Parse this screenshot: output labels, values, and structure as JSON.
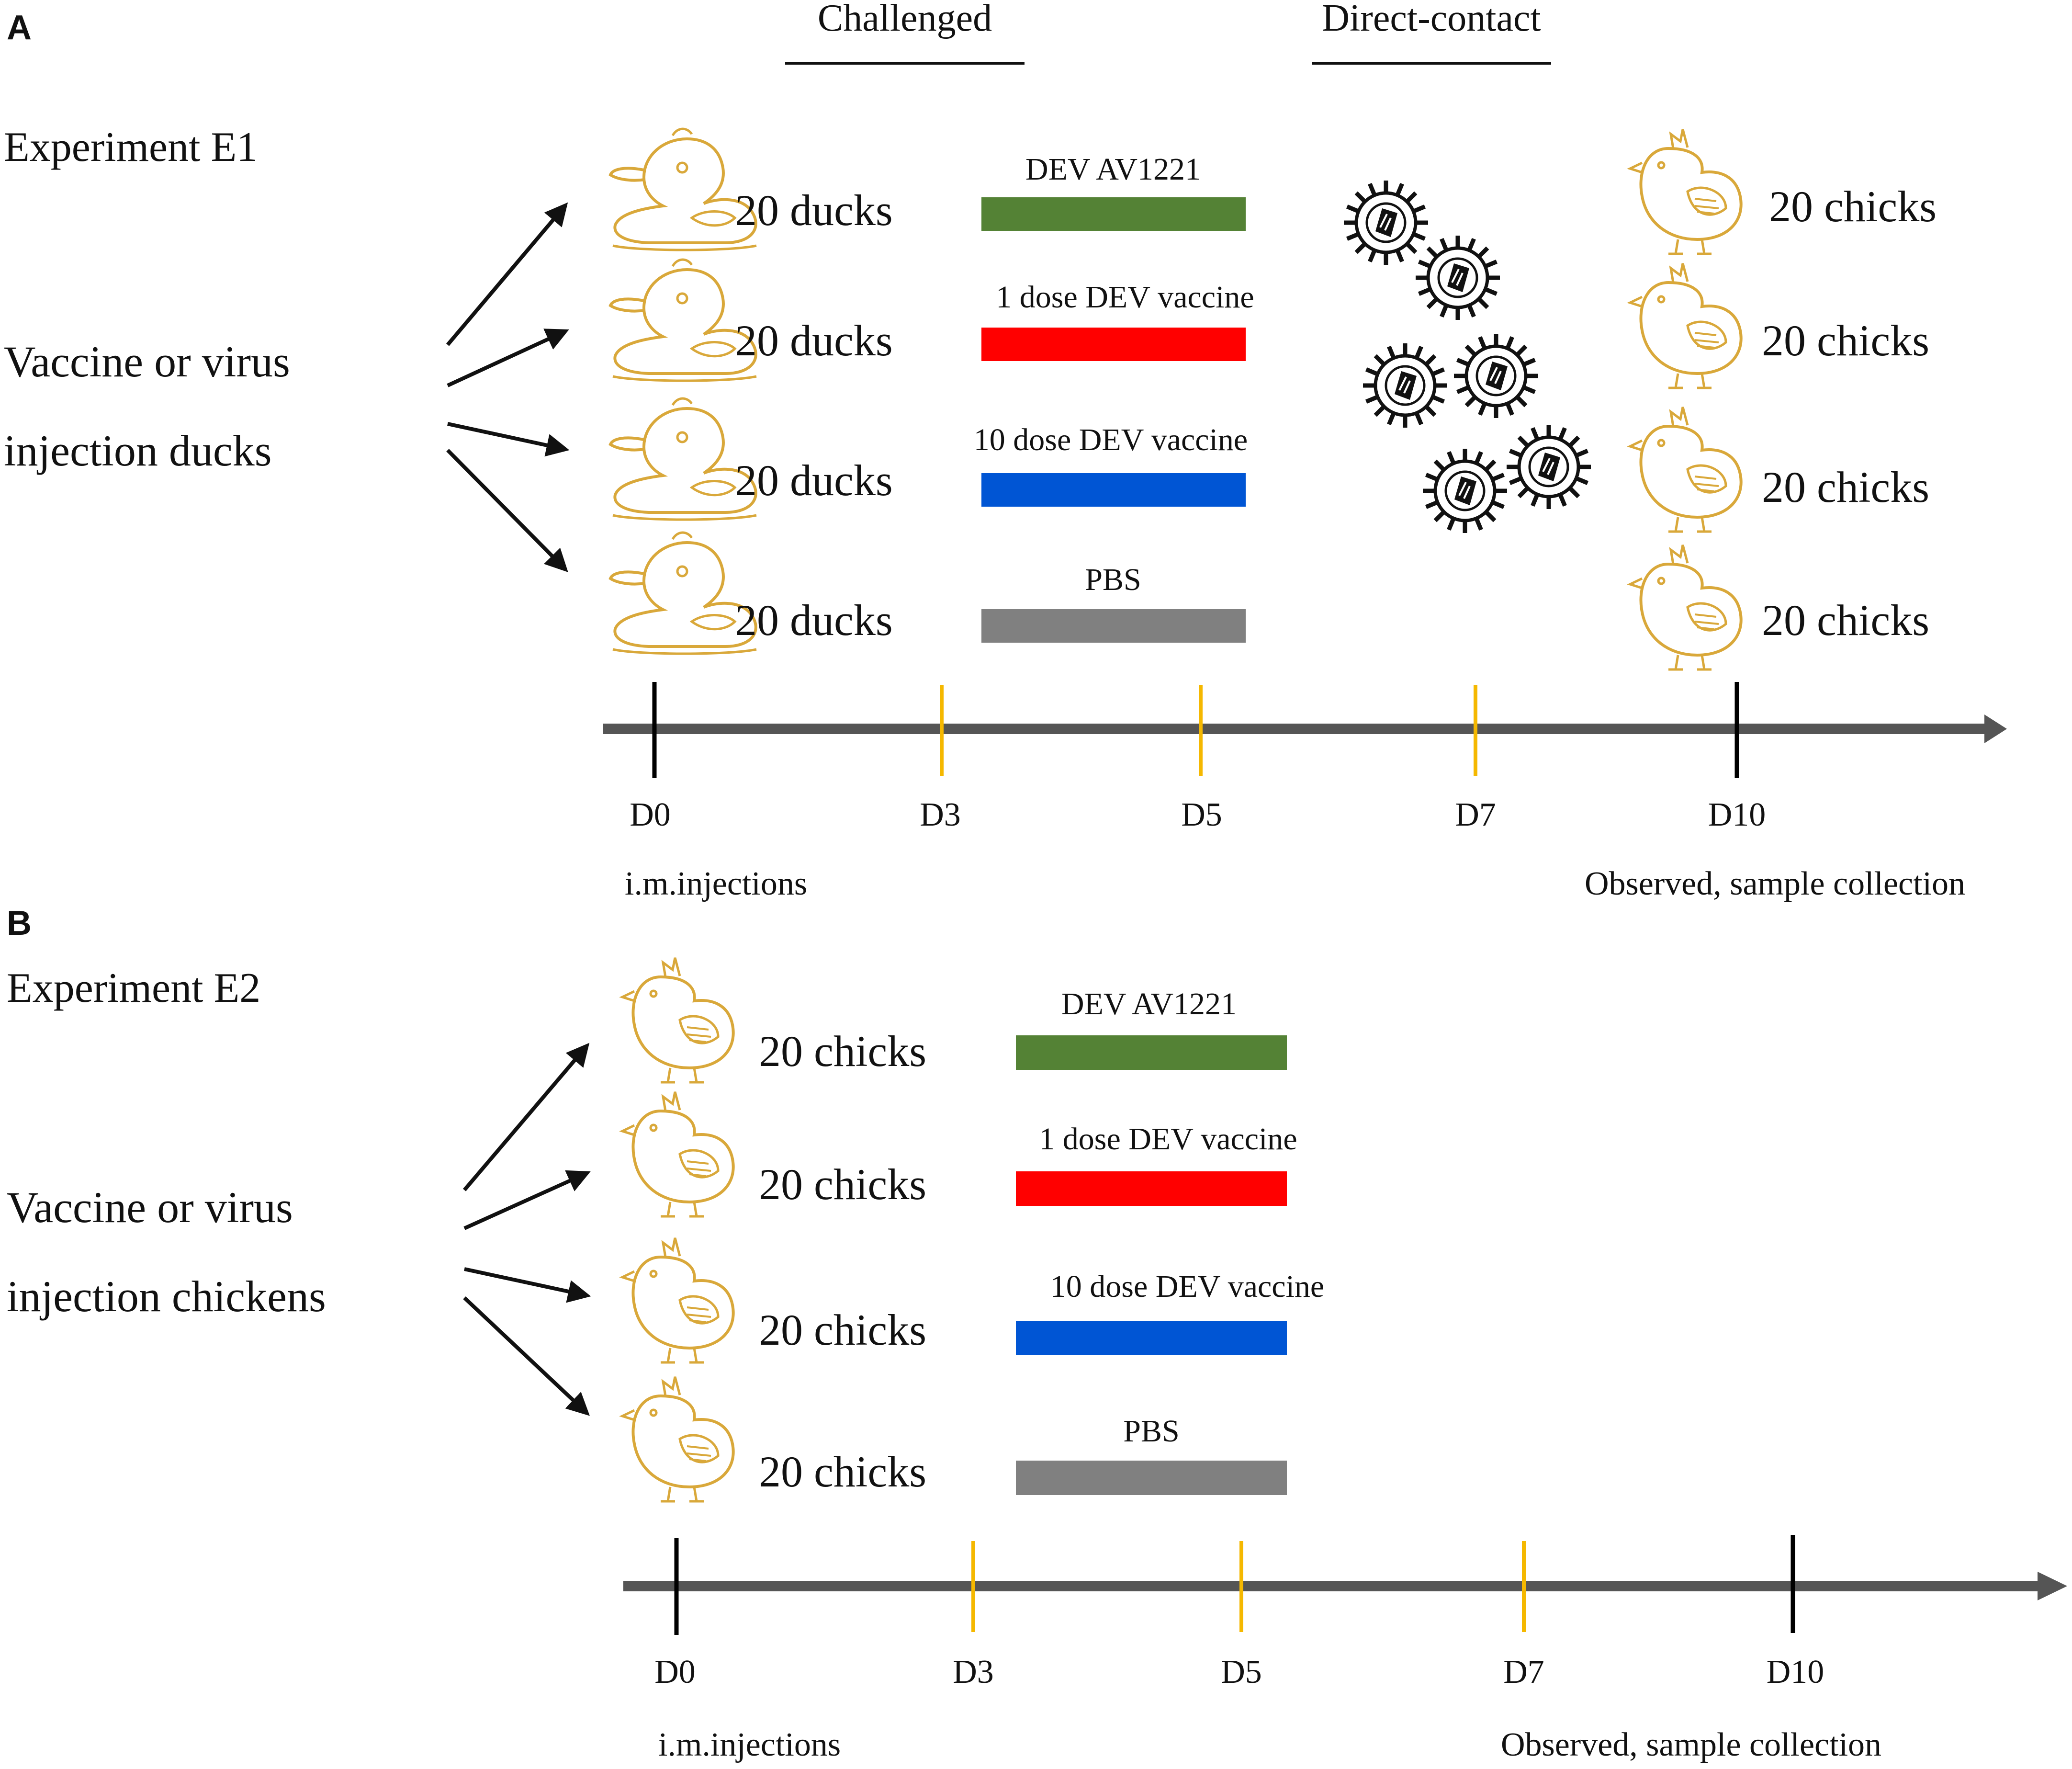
{
  "panels": [
    {
      "letter": "A",
      "title": "Experiment E1",
      "left_label": [
        "Vaccine or virus",
        "injection ducks"
      ],
      "headers": {
        "challenged": "Challenged",
        "direct_contact": "Direct-contact"
      },
      "animal_icon": "duck-icon",
      "groups": [
        {
          "animals": "20 ducks",
          "treatment": "DEV AV1221",
          "color": "#548235",
          "contact": "20 chicks"
        },
        {
          "animals": "20 ducks",
          "treatment": "1 dose DEV vaccine",
          "color": "#ff0000",
          "contact": "20 chicks"
        },
        {
          "animals": "20 ducks",
          "treatment": "10 dose DEV vaccine",
          "color": "#0055d4",
          "contact": "20 chicks"
        },
        {
          "animals": "20 ducks",
          "treatment": "PBS",
          "color": "#808080",
          "contact": "20 chicks"
        }
      ],
      "timeline": {
        "days": [
          "D0",
          "D3",
          "D5",
          "D7",
          "D10"
        ],
        "tick_colors": [
          "#000000",
          "#f5b800",
          "#f5b800",
          "#f5b800",
          "#000000"
        ],
        "start_note": "i.m.injections",
        "end_note": "Observed, sample collection"
      }
    },
    {
      "letter": "B",
      "title": "Experiment E2",
      "left_label": [
        "Vaccine or virus",
        "injection chickens"
      ],
      "animal_icon": "chick-icon",
      "groups": [
        {
          "animals": "20 chicks",
          "treatment": "DEV AV1221",
          "color": "#548235"
        },
        {
          "animals": "20 chicks",
          "treatment": "1 dose DEV vaccine",
          "color": "#ff0000"
        },
        {
          "animals": "20 chicks",
          "treatment": "10 dose DEV vaccine",
          "color": "#0055d4"
        },
        {
          "animals": "20 chicks",
          "treatment": "PBS",
          "color": "#808080"
        }
      ],
      "timeline": {
        "days": [
          "D0",
          "D3",
          "D5",
          "D7",
          "D10"
        ],
        "tick_colors": [
          "#000000",
          "#f5b800",
          "#f5b800",
          "#f5b800",
          "#000000"
        ],
        "start_note": "i.m.injections",
        "end_note": "Observed, sample collection"
      }
    }
  ],
  "colors": {
    "icon_outline": "#d9a83a",
    "axis": "#555555",
    "virus": "#111111"
  },
  "icons": [
    "duck-icon",
    "chick-icon",
    "virus-icon",
    "arrow-icon"
  ]
}
